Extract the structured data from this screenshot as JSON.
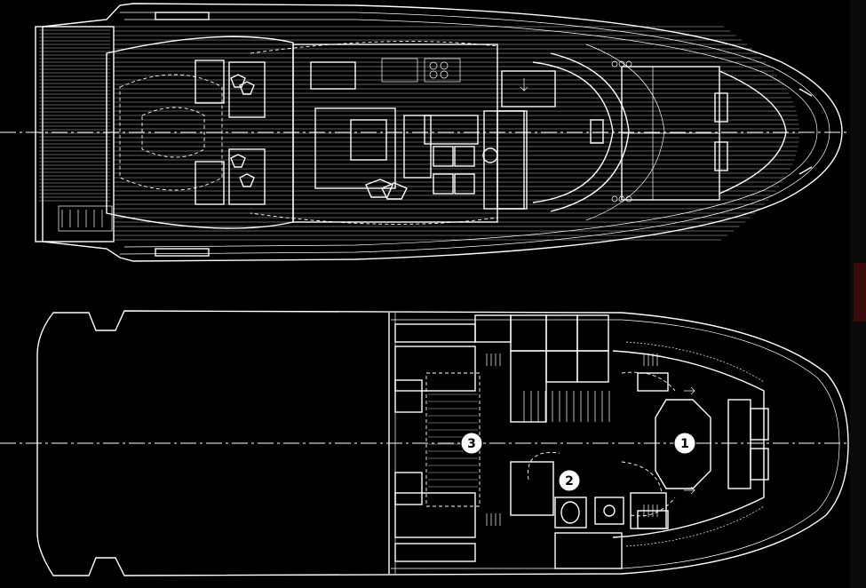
{
  "diagram": {
    "upper_deck": {
      "description_visible_text": ""
    },
    "lower_deck": {
      "cabins": [
        {
          "number": "1"
        },
        {
          "number": "2"
        },
        {
          "number": "3"
        }
      ]
    }
  },
  "colors": {
    "background": "#000000",
    "lines": "#ffffff",
    "edge_tab": "#3a0b0b"
  }
}
